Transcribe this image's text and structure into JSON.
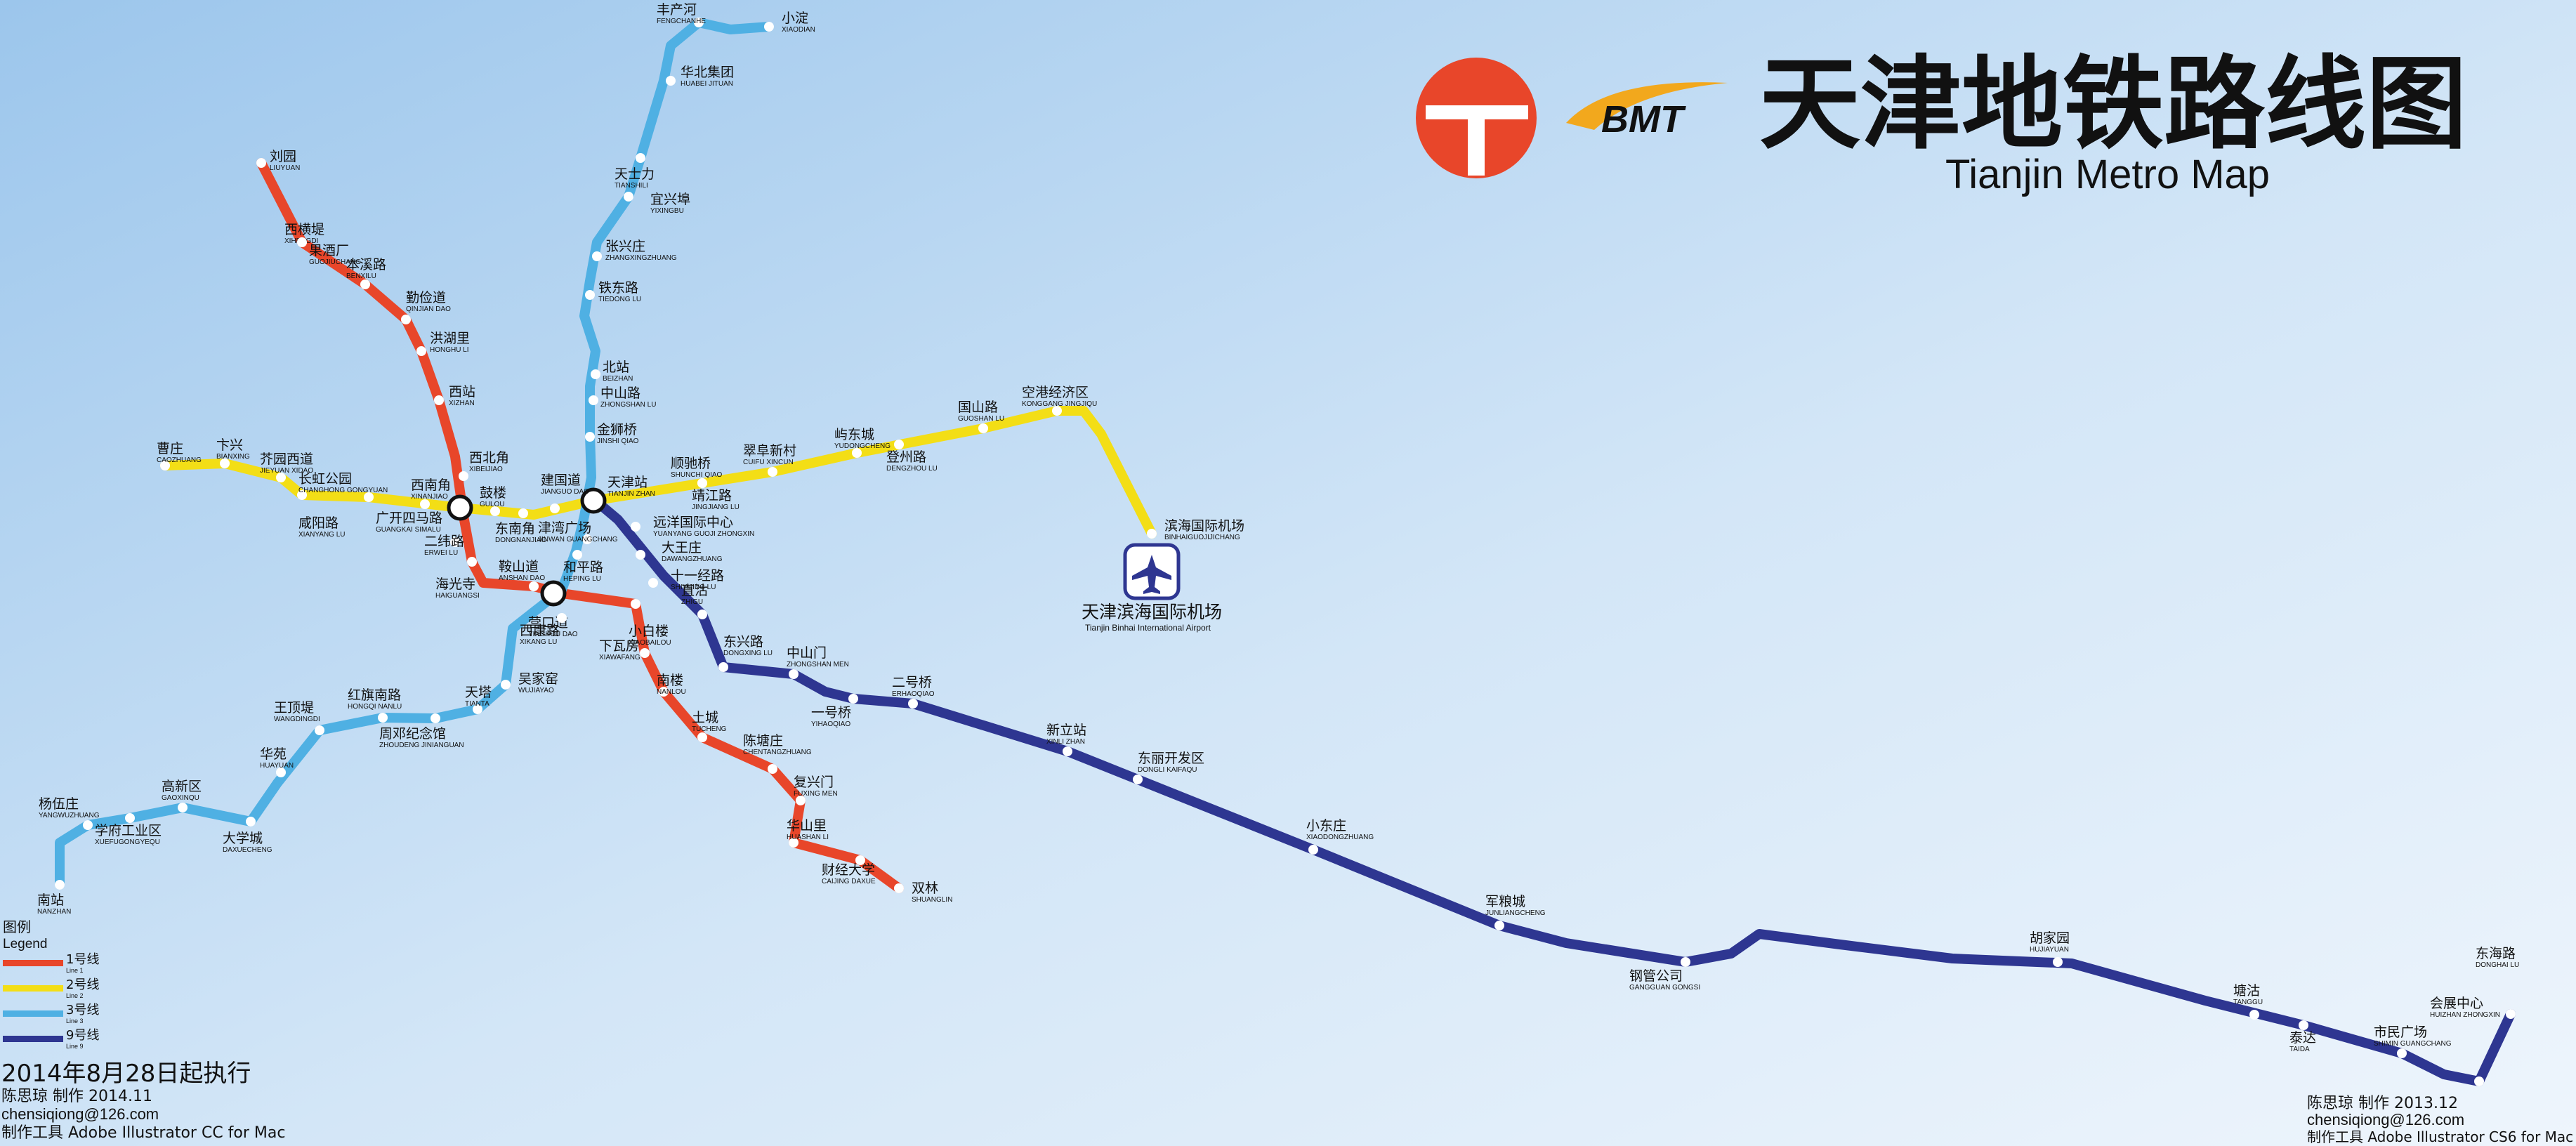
{
  "header": {
    "title_cn": "天津地铁路线图",
    "title_en": "Tianjin Metro Map",
    "logo_text": "BMT",
    "logo_color": "#e8462a",
    "brand_color": "#f2a81d"
  },
  "lines": {
    "line1": {
      "color": "#e8462a"
    },
    "line2": {
      "color": "#f3de16"
    },
    "line3": {
      "color": "#4fb0e3"
    },
    "line9": {
      "color": "#2e3691"
    }
  },
  "stations": [
    {
      "id": "liuyuan",
      "cn": "刘园",
      "py": "LIUYUAN"
    },
    {
      "id": "xihengdi",
      "cn": "西横堤",
      "py": "XIHENGDI"
    },
    {
      "id": "guojiuchang",
      "cn": "果酒厂",
      "py": "GUOJIUCHANG"
    },
    {
      "id": "benxilu",
      "cn": "本溪路",
      "py": "BENXILU"
    },
    {
      "id": "qinjiandao",
      "cn": "勤俭道",
      "py": "QINJIAN DAO"
    },
    {
      "id": "honghuli",
      "cn": "洪湖里",
      "py": "HONGHU LI"
    },
    {
      "id": "xizhan",
      "cn": "西站",
      "py": "XIZHAN"
    },
    {
      "id": "xibeijiao",
      "cn": "西北角",
      "py": "XIBEIJIAO"
    },
    {
      "id": "xinanjiao",
      "cn": "西南角",
      "py": "XINANJIAO"
    },
    {
      "id": "ermalu",
      "cn": "二纬路",
      "py": "ERWEI LU"
    },
    {
      "id": "haiguangsi",
      "cn": "海光寺",
      "py": "HAIGUANGSI"
    },
    {
      "id": "anshandao",
      "cn": "鞍山道",
      "py": "ANSHAN DAO"
    },
    {
      "id": "yingkoudao",
      "cn": "营口道",
      "py": "YINGKOU DAO"
    },
    {
      "id": "xiaobailou",
      "cn": "小白楼",
      "py": "XIAOBAILOU"
    },
    {
      "id": "xiawafang",
      "cn": "下瓦房",
      "py": "XIAWAFANG"
    },
    {
      "id": "nanlou",
      "cn": "南楼",
      "py": "NANLOU"
    },
    {
      "id": "tucheng",
      "cn": "土城",
      "py": "TUCHENG"
    },
    {
      "id": "chentangzhuang",
      "cn": "陈塘庄",
      "py": "CHENTANGZHUANG"
    },
    {
      "id": "fuxingmen",
      "cn": "复兴门",
      "py": "FUXING MEN"
    },
    {
      "id": "huashanli",
      "cn": "华山里",
      "py": "HUASHAN LI"
    },
    {
      "id": "caijingdaxue",
      "cn": "财经大学",
      "py": "CAIJING DAXUE"
    },
    {
      "id": "shuanglin",
      "cn": "双林",
      "py": "SHUANGLIN"
    },
    {
      "id": "caozhuang",
      "cn": "曹庄",
      "py": "CAOZHUANG"
    },
    {
      "id": "bianxing",
      "cn": "卞兴",
      "py": "BIANXING"
    },
    {
      "id": "jieyuanxidao",
      "cn": "芥园西道",
      "py": "JIEYUAN XIDAO"
    },
    {
      "id": "xianyanglu",
      "cn": "咸阳路",
      "py": "XIANYANG LU"
    },
    {
      "id": "changhonggongyuan",
      "cn": "长虹公园",
      "py": "CHANGHONG GONGYUAN"
    },
    {
      "id": "guangkaisimalu",
      "cn": "广开四马路",
      "py": "GUANGKAI SIMALU"
    },
    {
      "id": "guloujiao",
      "cn": "鼓楼",
      "py": "GULOU"
    },
    {
      "id": "dongnanjiao",
      "cn": "东南角",
      "py": "DONGNANJIAO"
    },
    {
      "id": "jianguodao",
      "cn": "建国道",
      "py": "JIANGUO DAO"
    },
    {
      "id": "tianjinzhan",
      "cn": "天津站",
      "py": "TIANJIN ZHAN"
    },
    {
      "id": "shunchiqiao",
      "cn": "顺驰桥",
      "py": "SHUNCHI QIAO"
    },
    {
      "id": "jingjianglu",
      "cn": "靖江路",
      "py": "JINGJIANG LU"
    },
    {
      "id": "cuifuxincun",
      "cn": "翠阜新村",
      "py": "CUIFU XINCUN"
    },
    {
      "id": "yudongcheng",
      "cn": "屿东城",
      "py": "YUDONGCHENG"
    },
    {
      "id": "dengzhoulu",
      "cn": "登州路",
      "py": "DENGZHOU LU"
    },
    {
      "id": "guoshanlu",
      "cn": "国山路",
      "py": "GUOSHAN LU"
    },
    {
      "id": "konggangjingjiqu",
      "cn": "空港经济区",
      "py": "KONGGANG JINGJIQU"
    },
    {
      "id": "binhaiguojijichang",
      "cn": "滨海国际机场",
      "py": "BINHAIGUOJIJICHANG"
    },
    {
      "id": "xiaodian",
      "cn": "小淀",
      "py": "XIAODIAN"
    },
    {
      "id": "fengchanhe",
      "cn": "丰产河",
      "py": "FENGCHANHE"
    },
    {
      "id": "huabeijituan",
      "cn": "华北集团",
      "py": "HUABEI JITUAN"
    },
    {
      "id": "tianshili",
      "cn": "天士力",
      "py": "TIANSHILI"
    },
    {
      "id": "yixingbu",
      "cn": "宜兴埠",
      "py": "YIXINGBU"
    },
    {
      "id": "zhangxingzhuang",
      "cn": "张兴庄",
      "py": "ZHANGXINGZHUANG"
    },
    {
      "id": "tiedonglu",
      "cn": "铁东路",
      "py": "TIEDONG LU"
    },
    {
      "id": "beizhan",
      "cn": "北站",
      "py": "BEIZHAN"
    },
    {
      "id": "zhongshanlu",
      "cn": "中山路",
      "py": "ZHONGSHAN LU"
    },
    {
      "id": "jinshiqiao",
      "cn": "金狮桥",
      "py": "JINSHI QIAO"
    },
    {
      "id": "jinwanguangchang",
      "cn": "津湾广场",
      "py": "JINWAN GUANGCHANG"
    },
    {
      "id": "hepinglu",
      "cn": "和平路",
      "py": "HEPING LU"
    },
    {
      "id": "xikanglu",
      "cn": "西康路",
      "py": "XIKANG LU"
    },
    {
      "id": "wujiayao",
      "cn": "吴家窑",
      "py": "WUJIAYAO"
    },
    {
      "id": "tianta",
      "cn": "天塔",
      "py": "TIANTA"
    },
    {
      "id": "zhoudengjinianguan",
      "cn": "周邓纪念馆",
      "py": "ZHOUDENG JINIANGUAN"
    },
    {
      "id": "hongqinanlu",
      "cn": "红旗南路",
      "py": "HONGQI NANLU"
    },
    {
      "id": "wangdingdi",
      "cn": "王顶堤",
      "py": "WANGDINGDI"
    },
    {
      "id": "huayuan",
      "cn": "华苑",
      "py": "HUAYUAN"
    },
    {
      "id": "daxuecheng",
      "cn": "大学城",
      "py": "DAXUECHENG"
    },
    {
      "id": "gaoxinqu",
      "cn": "高新区",
      "py": "GAOXINQU"
    },
    {
      "id": "xuefugongyequ",
      "cn": "学府工业区",
      "py": "XUEFUGONGYEQU"
    },
    {
      "id": "yangwuzhuang",
      "cn": "杨伍庄",
      "py": "YANGWUZHUANG"
    },
    {
      "id": "nanzhan",
      "cn": "南站",
      "py": "NANZHAN"
    },
    {
      "id": "yuanyangguojizhongxin",
      "cn": "远洋国际中心",
      "py": "YUANYANG GUOJI ZHONGXIN"
    },
    {
      "id": "dawangzhuang",
      "cn": "大王庄",
      "py": "DAWANGZHUANG"
    },
    {
      "id": "shiyijinglu",
      "cn": "十一经路",
      "py": "SHIYIJING LU"
    },
    {
      "id": "zhigu",
      "cn": "直沽",
      "py": "ZHIGU"
    },
    {
      "id": "dongxinglu",
      "cn": "东兴路",
      "py": "DONGXING LU"
    },
    {
      "id": "zhongshanmen",
      "cn": "中山门",
      "py": "ZHONGSHAN MEN"
    },
    {
      "id": "yihaoqiao",
      "cn": "一号桥",
      "py": "YIHAOQIAO"
    },
    {
      "id": "erhaoqiao",
      "cn": "二号桥",
      "py": "ERHAOQIAO"
    },
    {
      "id": "xinlizhan",
      "cn": "新立站",
      "py": "XINLI ZHAN"
    },
    {
      "id": "donglikaifaqu",
      "cn": "东丽开发区",
      "py": "DONGLI KAIFAQU"
    },
    {
      "id": "xiaodongzhuang",
      "cn": "小东庄",
      "py": "XIAODONGZHUANG"
    },
    {
      "id": "junliangcheng",
      "cn": "军粮城",
      "py": "JUNLIANGCHENG"
    },
    {
      "id": "gangguangongsi",
      "cn": "钢管公司",
      "py": "GANGGUAN GONGSI"
    },
    {
      "id": "hujiayuan",
      "cn": "胡家园",
      "py": "HUJIAYUAN"
    },
    {
      "id": "tanggu",
      "cn": "塘沽",
      "py": "TANGGU"
    },
    {
      "id": "taida",
      "cn": "泰达",
      "py": "TAIDA"
    },
    {
      "id": "shiminguangchang",
      "cn": "市民广场",
      "py": "SHIMIN GUANGCHANG"
    },
    {
      "id": "huizhanzhongxin",
      "cn": "会展中心",
      "py": "HUIZHAN ZHONGXIN"
    },
    {
      "id": "donghailu",
      "cn": "东海路",
      "py": "DONGHAI LU"
    }
  ],
  "airport": {
    "cn": "天津滨海国际机场",
    "en": "Tianjin Binhai International Airport"
  },
  "legend": {
    "title_cn": "图例",
    "title_en": "Legend",
    "items": [
      {
        "cn": "1号线",
        "en": "Line 1",
        "color": "#e8462a"
      },
      {
        "cn": "2号线",
        "en": "Line 2",
        "color": "#f3de16"
      },
      {
        "cn": "3号线",
        "en": "Line 3",
        "color": "#4fb0e3"
      },
      {
        "cn": "9号线",
        "en": "Line 9",
        "color": "#2e3691"
      }
    ]
  },
  "footer_left": {
    "effective": "2014年8月28日起执行",
    "author": "陈思琼 制作 2014.11",
    "email": "chensiqiong@126.com",
    "tool": "制作工具 Adobe Illustrator CC for Mac"
  },
  "footer_right": {
    "author": "陈思琼 制作 2013.12",
    "email": "chensiqiong@126.com",
    "tool": "制作工具 Adobe Illustrator CS6 for Mac"
  }
}
